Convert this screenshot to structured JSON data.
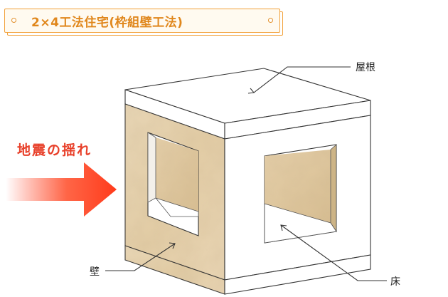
{
  "title": "2×4工法住宅(枠組壁工法)",
  "labels": {
    "roof": "屋根",
    "wall": "壁",
    "floor": "床",
    "quake": "地震の揺れ"
  },
  "colors": {
    "accent": "#f2a13a",
    "title_text": "#e0871c",
    "quake_text": "#e8402a",
    "panel": "#e6d2b0",
    "panel_dark": "#d6bd94"
  }
}
